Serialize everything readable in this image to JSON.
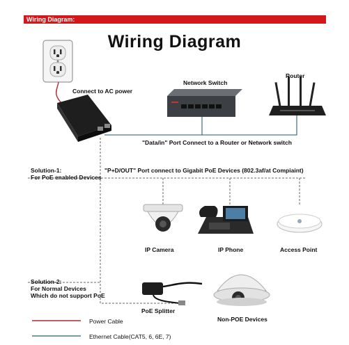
{
  "banner": "Wiring Diagram:",
  "title": "Wiring Diagram",
  "labels": {
    "ac": "Connect to AC power",
    "switch": "Network Switch",
    "router": "Router",
    "data_in": "\"Data/in\" Port Connect to a Router or Network switch",
    "solution1_a": "Solution-1:",
    "solution1_b": "For PoE enabled Devices",
    "pd_out": "\"P+D/OUT\" Port connect to Gigabit PoE Devices (802.3af/at Compiaint)",
    "ip_camera": "IP Camera",
    "ip_phone": "IP Phone",
    "access_point": "Access Point",
    "solution2_a": "Solution-2:",
    "solution2_b": "For Normal Devices",
    "solution2_c": "Which do not support PoE",
    "splitter": "PoE Splitter",
    "nonpoe": "Non-POE Devices",
    "legend_power": "Power Cable",
    "legend_ethernet": "Ethernet Cable(CAT5, 6, 6E, 7)"
  },
  "colors": {
    "banner": "#d4171a",
    "power_cable": "#b3282d",
    "ethernet_cable": "#4a7a8c"
  },
  "icons": [
    "wall-outlet-icon",
    "poe-injector-icon",
    "network-switch-icon",
    "router-icon",
    "dome-camera-icon",
    "ip-phone-icon",
    "access-point-icon",
    "poe-splitter-icon",
    "non-poe-camera-icon"
  ]
}
